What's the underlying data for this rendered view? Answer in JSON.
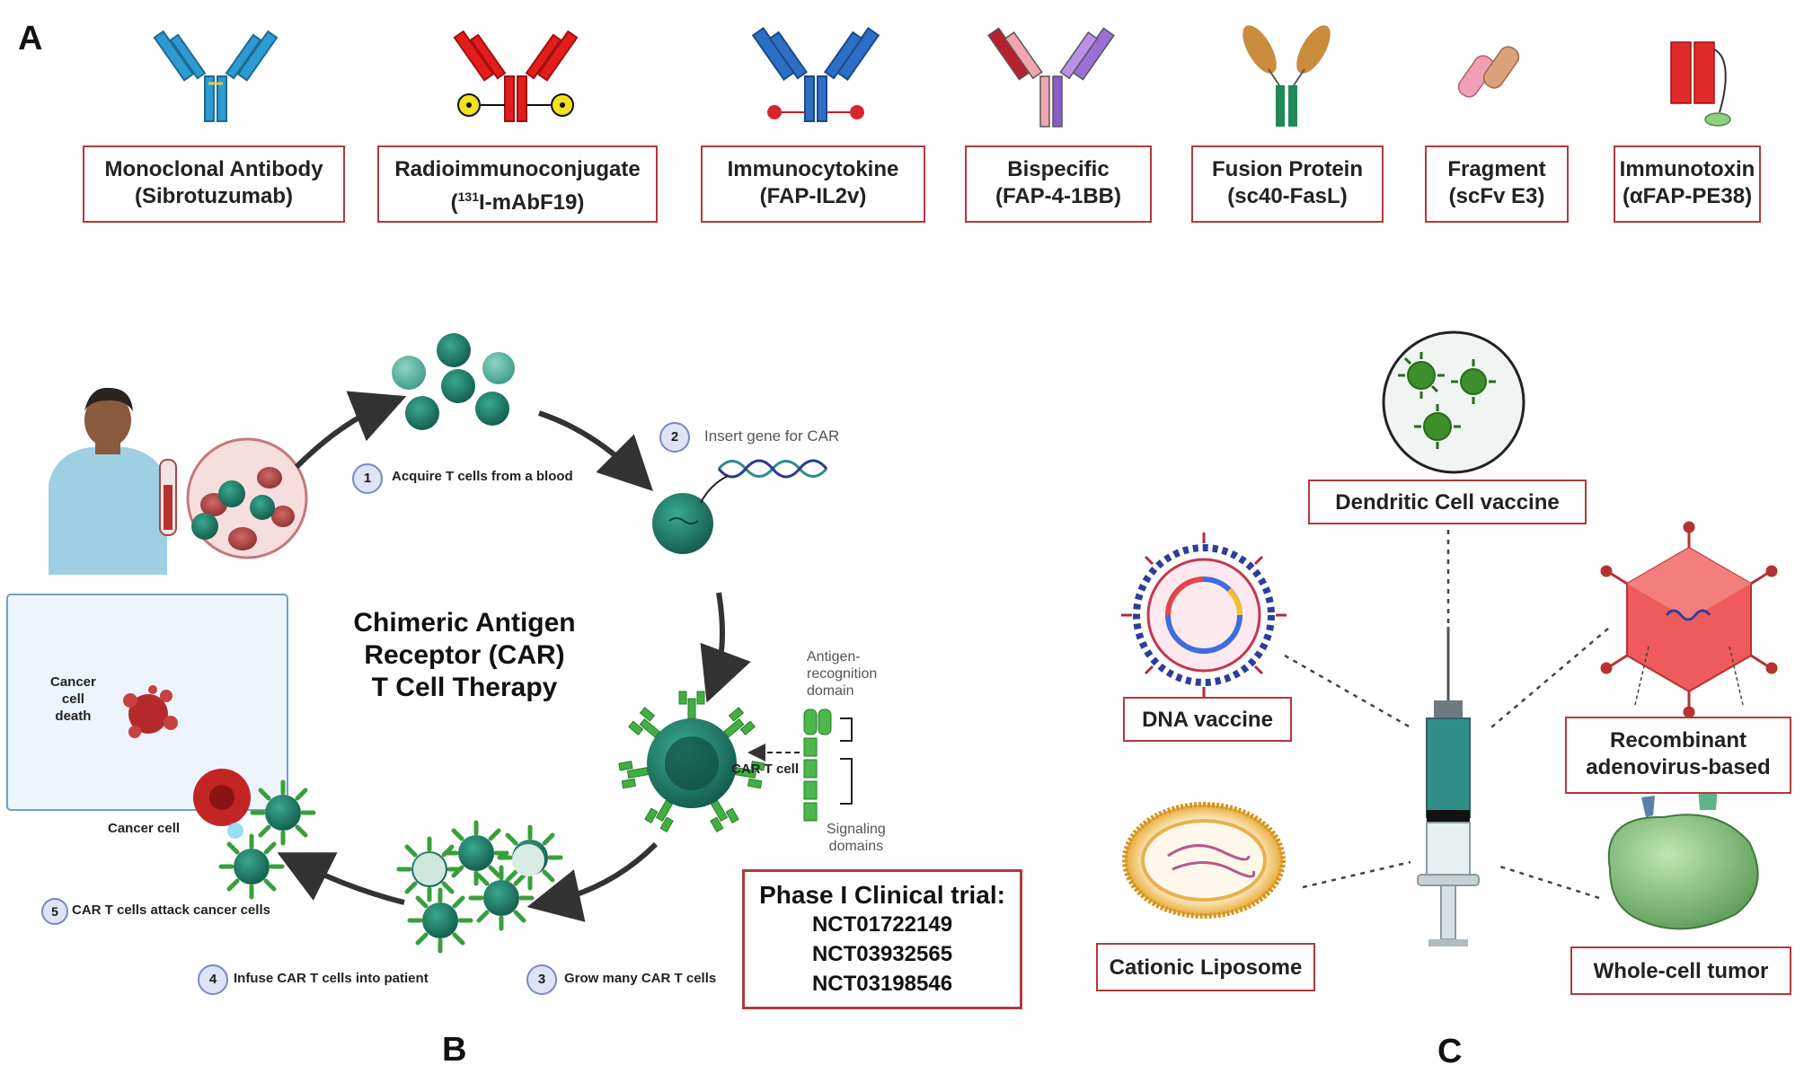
{
  "panels": {
    "a": "A",
    "b": "B",
    "c": "C"
  },
  "panel_a": [
    {
      "name": "Monoclonal Antibody",
      "example": "(Sibrotuzumab)"
    },
    {
      "name": "Radioimmunoconjugate",
      "example_sup": "131",
      "example": "I-mAbF19)",
      "example_prefix": "("
    },
    {
      "name": "Immunocytokine",
      "example": "(FAP-IL2v)"
    },
    {
      "name": "Bispecific",
      "example": "(FAP-4-1BB)"
    },
    {
      "name": "Fusion Protein",
      "example": "(sc40-FasL)"
    },
    {
      "name": "Fragment",
      "example": "(scFv E3)"
    },
    {
      "name": "Immunotoxin",
      "example": "(αFAP-PE38)"
    }
  ],
  "panel_b": {
    "title": [
      "Chimeric Antigen",
      "Receptor (CAR)",
      "T Cell Therapy"
    ],
    "steps": [
      {
        "num": "1",
        "text": "Acquire T cells from a blood"
      },
      {
        "num": "2",
        "text": "Insert gene for CAR"
      },
      {
        "num": "3",
        "text": "Grow many CAR T cells"
      },
      {
        "num": "4",
        "text": "Infuse CAR T cells into patient"
      },
      {
        "num": "5",
        "text": "CAR T cells attack cancer cells"
      }
    ],
    "car_t_cell": "CAR T cell",
    "antigen_domain": [
      "Antigen-",
      "recognition",
      "domain"
    ],
    "signaling_domains": [
      "Signaling",
      "domains"
    ],
    "cancer_cell_death": [
      "Cancer",
      "cell",
      "death"
    ],
    "cancer_cell": "Cancer cell",
    "trial": {
      "heading": "Phase I Clinical trial:",
      "ids": [
        "NCT01722149",
        "NCT03932565",
        "NCT03198546"
      ]
    }
  },
  "panel_c": {
    "dendritic": "Dendritic Cell vaccine",
    "dna": "DNA vaccine",
    "adenovirus": [
      "Recombinant",
      "adenovirus-based"
    ],
    "liposome": "Cationic Liposome",
    "wholecell": "Whole-cell tumor"
  },
  "colors": {
    "border": "#b23a3a",
    "antibody_blue": "#2e86b8",
    "radio_red": "#e01e1e",
    "teal_cell": "#1e7a66",
    "car_green": "#3fae3f"
  }
}
